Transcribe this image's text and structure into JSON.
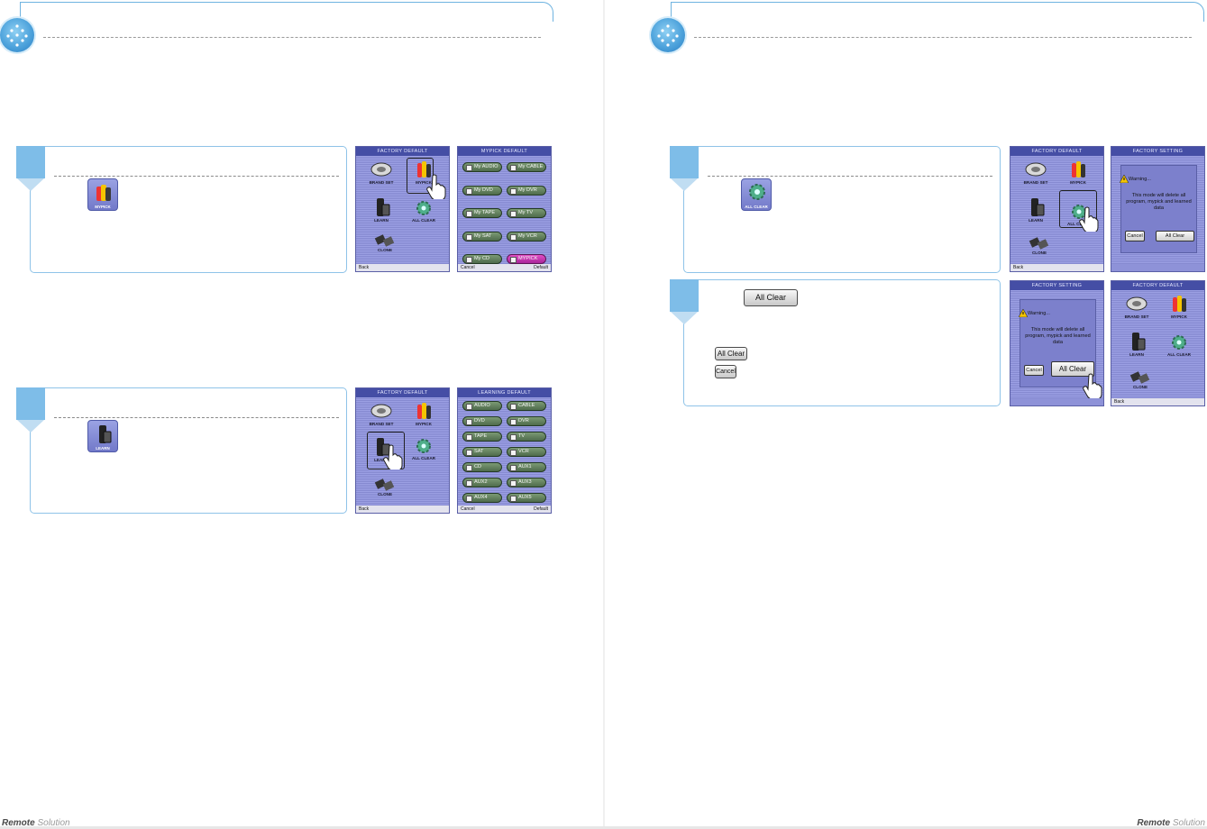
{
  "left_page": {
    "step1": {
      "icon_label": "MYPICK",
      "screen_a": {
        "title": "FACTORY DEFAULT",
        "icons": [
          "BRAND SET",
          "MYPICK",
          "LEARN",
          "ALL CLEAR",
          "CLONE"
        ],
        "footer_left": "Back",
        "footer_right": ""
      },
      "screen_b": {
        "title": "MYPICK DEFAULT",
        "items": [
          "My AUDIO",
          "My CABLE",
          "My DVD",
          "My DVR",
          "My TAPE",
          "My TV",
          "My SAT",
          "My VCR",
          "My CD",
          "MYPICK"
        ],
        "footer_left": "Cancel",
        "footer_right": "Default"
      }
    },
    "step2": {
      "icon_label": "LEARN",
      "screen_a": {
        "title": "FACTORY DEFAULT",
        "icons": [
          "BRAND SET",
          "MYPICK",
          "LEARN",
          "ALL CLEAR",
          "CLONE"
        ],
        "footer_left": "Back",
        "footer_right": ""
      },
      "screen_b": {
        "title": "LEARNING DEFAULT",
        "items": [
          "AUDIO",
          "CABLE",
          "DVD",
          "DVR",
          "TAPE",
          "TV",
          "SAT",
          "VCR",
          "CD",
          "AUX1",
          "AUX2",
          "AUX3",
          "AUX4",
          "AUX5"
        ],
        "footer_left": "Cancel",
        "footer_right": "Default"
      }
    },
    "footer_logo": "Remote",
    "footer_logo_suffix": "Solution"
  },
  "right_page": {
    "step1": {
      "icon_label": "ALL CLEAR",
      "screen_a": {
        "title": "FACTORY DEFAULT",
        "icons": [
          "BRAND SET",
          "MYPICK",
          "LEARN",
          "ALL CLEAR",
          "CLONE"
        ],
        "footer_left": "Back",
        "footer_right": ""
      },
      "screen_b": {
        "title": "FACTORY SETTING",
        "warning": "Warning...",
        "message": "This mode will delete all program, mypick and learned data",
        "cancel": "Cancel",
        "confirm": "All Clear"
      }
    },
    "step2": {
      "button_label": "All Clear",
      "option_all_clear": "All Clear",
      "option_cancel": "Cancel",
      "screen_a": {
        "title": "FACTORY SETTING",
        "warning": "Warning...",
        "message": "This mode will delete all program, mypick and learned data",
        "cancel": "Cancel",
        "confirm": "All Clear"
      },
      "screen_b": {
        "title": "FACTORY DEFAULT",
        "icons": [
          "BRAND SET",
          "MYPICK",
          "LEARN",
          "ALL CLEAR",
          "CLONE"
        ],
        "footer_left": "Back",
        "footer_right": ""
      }
    },
    "footer_logo": "Remote",
    "footer_logo_suffix": "Solution"
  },
  "colors": {
    "accent": "#6fb3e0",
    "screen": "#8e92d8",
    "title_bar": "#454ea5",
    "pill": "#5f7d5b",
    "pill_selected": "#c43ab3"
  }
}
